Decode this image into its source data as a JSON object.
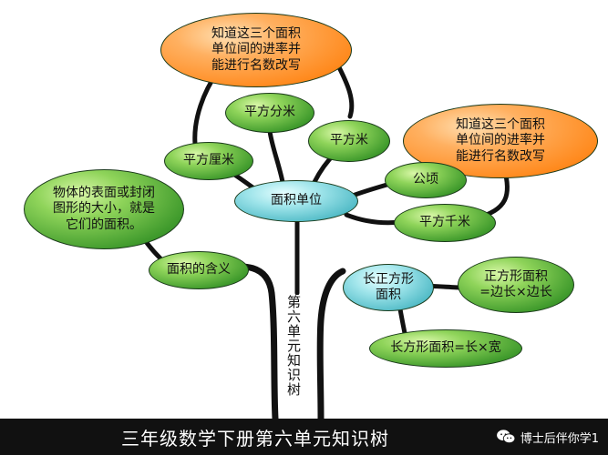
{
  "diagram": {
    "nodes": {
      "n_orange_top": "知道这三个面积\n单位间的进率并\n能进行名数改写",
      "n_orange_right": "知道这三个面积\n单位间的进率并\n能进行名数改写",
      "n_pingfangfenmi": "平方分米",
      "n_pingfangmi": "平方米",
      "n_pingfanglimi": "平方厘米",
      "n_hub": "面积单位",
      "n_gongqing": "公顷",
      "n_pingfangqianmi": "平方千米",
      "n_definition": "物体的表面或封闭\n图形的大小，就是\n它们的面积。",
      "n_hanyi": "面积的含义",
      "n_rect_hub": "长正方形\n面积",
      "n_square_formula": "正方形面积\n=边长×边长",
      "n_rect_formula": "长方形面积=长×宽"
    },
    "trunk_label": "第六单元知识树"
  },
  "footer": {
    "title": "三年级数学下册第六单元知识树",
    "watermark": "博士后伴你学1"
  }
}
